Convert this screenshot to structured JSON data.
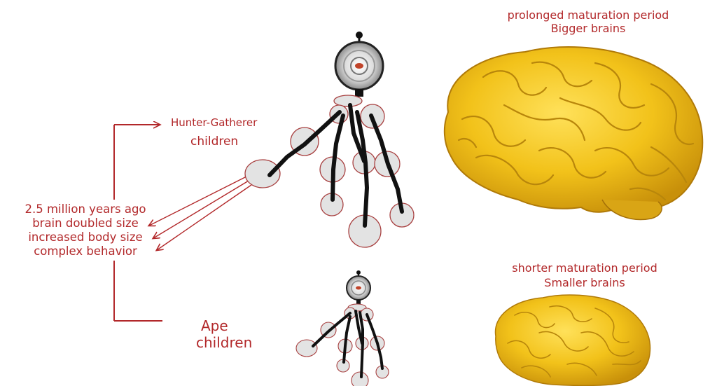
{
  "hunter_gatherer": {
    "line1": "Hunter-Gatherer",
    "line2": "children",
    "maturation": "prolonged maturation period",
    "brain": "Bigger brains"
  },
  "evolution_facts": [
    "2.5 million years ago",
    "brain doubled size",
    "increased body size",
    "complex behavior"
  ],
  "ape": {
    "line1": "Ape",
    "line2": "children",
    "maturation": "shorter maturation period",
    "brain": "Smaller brains"
  },
  "colors": {
    "label_red": "#b2282a",
    "brain_yellow": "#f2c21a",
    "brain_shadow": "#b8860b",
    "figure_black": "#111111",
    "joint_grey": "#e3e3e3"
  }
}
